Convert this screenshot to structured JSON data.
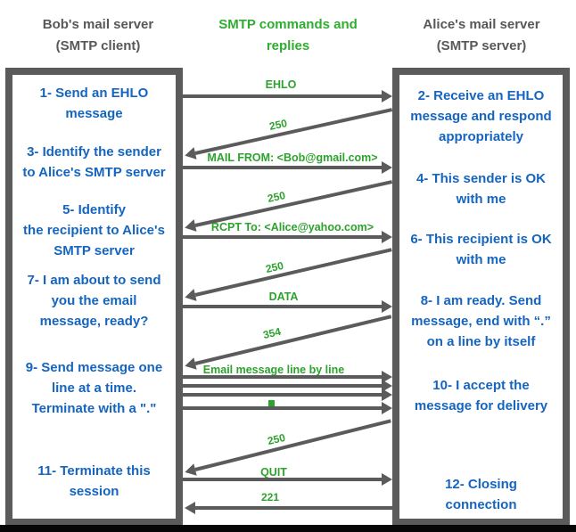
{
  "colors": {
    "step_text_blue": "#1565c0",
    "command_green": "#2ca32c",
    "title_green": "#30ad30",
    "arrow_gray": "#5b5b5b",
    "header_gray": "#58585a",
    "bottom_bar_black": "#070707"
  },
  "headers": {
    "client": [
      "Bob's mail server",
      "(SMTP client)"
    ],
    "center": [
      "SMTP commands and",
      "replies"
    ],
    "server": [
      "Alice's mail server",
      "(SMTP server)"
    ]
  },
  "client_steps": [
    {
      "lines": [
        "1- Send an EHLO",
        "message"
      ]
    },
    {
      "lines": [
        "3- Identify the sender",
        "to Alice's SMTP server"
      ]
    },
    {
      "lines": [
        "5- Identify",
        "the recipient to Alice's",
        "SMTP server"
      ]
    },
    {
      "lines": [
        "7- I am about to send",
        "you the email",
        "message, ready?"
      ]
    },
    {
      "lines": [
        "9- Send message one",
        "line at a time.",
        "Terminate with a \".\""
      ]
    },
    {
      "lines": [
        "11- Terminate this",
        "session"
      ]
    }
  ],
  "server_steps": [
    {
      "lines": [
        "2- Receive an EHLO",
        "message and respond",
        "appropriately"
      ]
    },
    {
      "lines": [
        "4- This sender is OK",
        "with me"
      ]
    },
    {
      "lines": [
        "6- This recipient is OK",
        "with me"
      ]
    },
    {
      "lines": [
        "8-  I am ready. Send",
        "message, end with “.”",
        "on a line by itself"
      ]
    },
    {
      "lines": [
        "10-  I accept the",
        "message for delivery"
      ]
    },
    {
      "lines": [
        "12-  Closing",
        "connection"
      ]
    }
  ],
  "messages": [
    {
      "label": "EHLO",
      "direction": "right",
      "type": "horizontal"
    },
    {
      "label": "250",
      "direction": "left",
      "type": "diagonal"
    },
    {
      "label": "MAIL FROM: <Bob@gmail.com>",
      "direction": "right",
      "type": "horizontal"
    },
    {
      "label": "250",
      "direction": "left",
      "type": "diagonal"
    },
    {
      "label": "RCPT To: <Alice@yahoo.com>",
      "direction": "right",
      "type": "horizontal"
    },
    {
      "label": "250",
      "direction": "left",
      "type": "diagonal"
    },
    {
      "label": "DATA",
      "direction": "right",
      "type": "horizontal"
    },
    {
      "label": "354",
      "direction": "left",
      "type": "diagonal"
    },
    {
      "label": "Email message line by line",
      "direction": "right",
      "type": "horizontal",
      "arrow_count": 3
    },
    {
      "label": ".",
      "symbol": "green-square-dot",
      "direction": "right",
      "type": "horizontal"
    },
    {
      "label": "250",
      "direction": "left",
      "type": "diagonal"
    },
    {
      "label": "QUIT",
      "direction": "right",
      "type": "horizontal"
    },
    {
      "label": "221",
      "direction": "left",
      "type": "horizontal"
    }
  ]
}
